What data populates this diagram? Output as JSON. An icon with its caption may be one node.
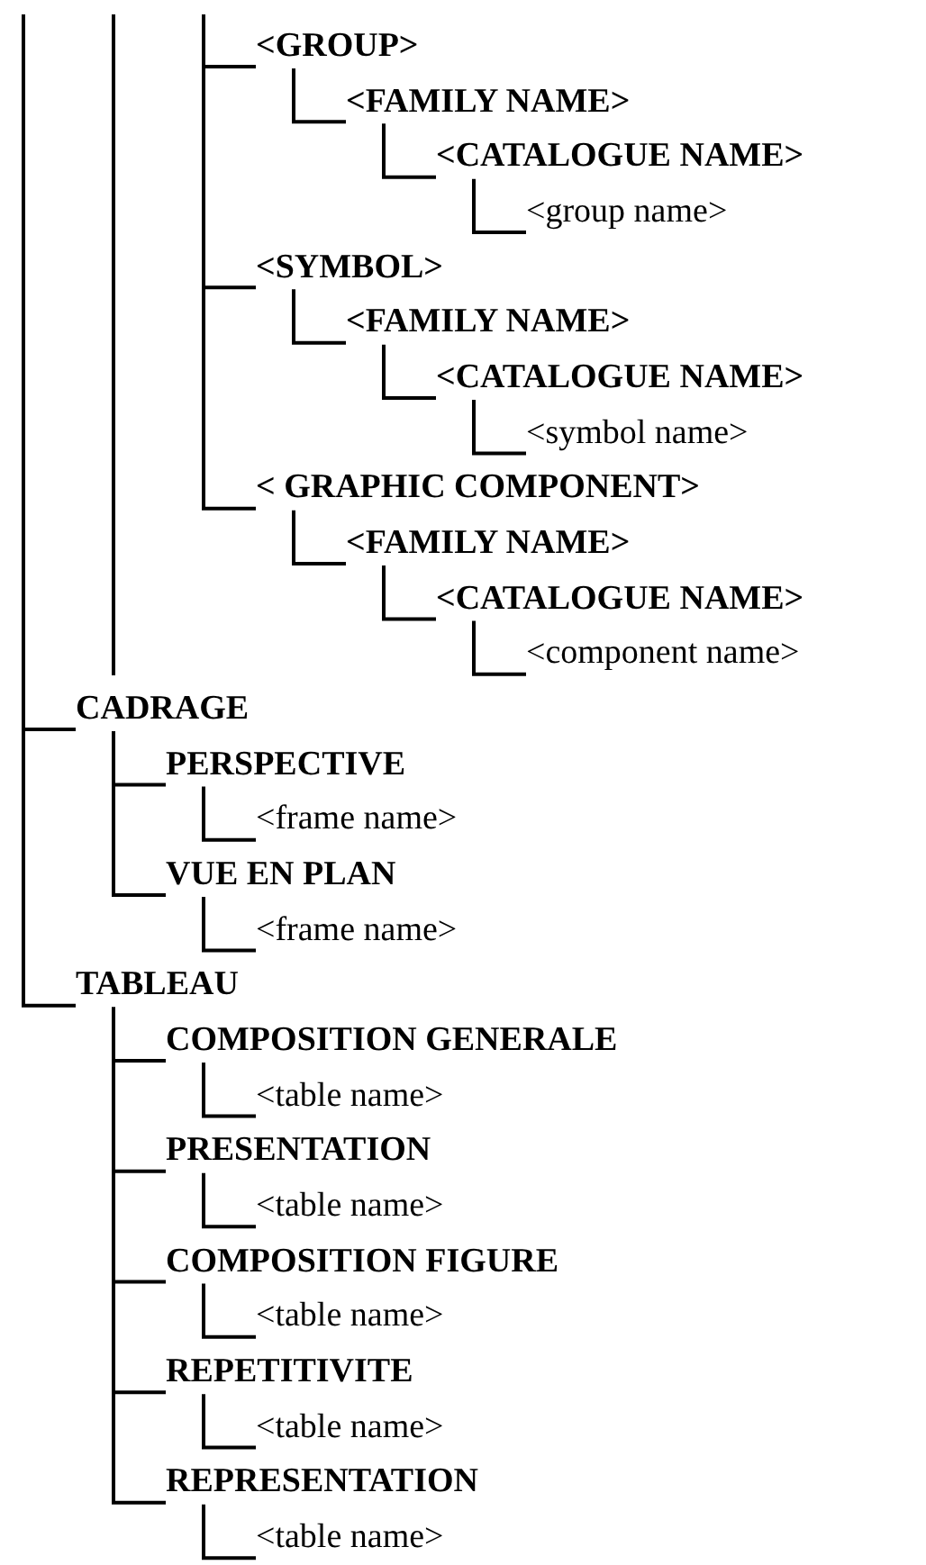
{
  "diagram": {
    "nodes": [
      {
        "text": [
          "<GROUP>"
        ]
      },
      {
        "text": [
          "<FAMILY NAME>"
        ]
      },
      {
        "text": [
          "<CATALOGUE NAME>"
        ]
      },
      {
        "text": [
          "<group name>"
        ]
      },
      {
        "text": [
          "<SYMBOL>"
        ]
      },
      {
        "text": [
          "<FAMILY NAME>"
        ]
      },
      {
        "text": [
          "<CATALOGUE NAME>"
        ]
      },
      {
        "text": [
          "<symbol name>"
        ]
      },
      {
        "text": [
          "< GRAPHIC COMPONENT>"
        ]
      },
      {
        "text": [
          "<FAMILY NAME>"
        ]
      },
      {
        "text": [
          "<CATALOGUE NAME>"
        ]
      },
      {
        "text": [
          "<component name>"
        ]
      },
      {
        "text": [
          "CADRAGE"
        ]
      },
      {
        "text": [
          "PERSPECTIVE"
        ]
      },
      {
        "text": [
          "<frame name>"
        ]
      },
      {
        "text": [
          "VUE EN PLAN"
        ]
      },
      {
        "text": [
          "<frame name>"
        ]
      },
      {
        "text": [
          "TABLEAU"
        ]
      },
      {
        "text": [
          "COMPOSITION GENERALE"
        ]
      },
      {
        "text": [
          "<table name>"
        ]
      },
      {
        "text": [
          "PRESENTATION"
        ]
      },
      {
        "text": [
          "<table name>"
        ]
      },
      {
        "text": [
          "COMPOSITION FIGURE"
        ]
      },
      {
        "text": [
          "<table name>"
        ]
      },
      {
        "text": [
          "REPETITIVITE"
        ]
      },
      {
        "text": [
          "<table name>"
        ]
      },
      {
        "text": [
          "REPRESENTATION"
        ]
      },
      {
        "text": [
          "<table name>"
        ]
      }
    ],
    "edges": [
      {
        "from": null,
        "to": 0,
        "arrow": "none"
      },
      {
        "from": 0,
        "to": 1,
        "arrow": "none"
      },
      {
        "from": 1,
        "to": 2,
        "arrow": "none"
      },
      {
        "from": 2,
        "to": 3,
        "arrow": "none"
      },
      {
        "from": null,
        "to": 4,
        "arrow": "none"
      },
      {
        "from": 4,
        "to": 5,
        "arrow": "none"
      },
      {
        "from": 5,
        "to": 6,
        "arrow": "none"
      },
      {
        "from": 6,
        "to": 7,
        "arrow": "none"
      },
      {
        "from": null,
        "to": 8,
        "arrow": "none"
      },
      {
        "from": 8,
        "to": 9,
        "arrow": "none"
      },
      {
        "from": 9,
        "to": 10,
        "arrow": "none"
      },
      {
        "from": 10,
        "to": 11,
        "arrow": "none"
      },
      {
        "from": null,
        "to": 12,
        "arrow": "none"
      },
      {
        "from": 12,
        "to": 13,
        "arrow": "none"
      },
      {
        "from": 13,
        "to": 14,
        "arrow": "none"
      },
      {
        "from": 12,
        "to": 15,
        "arrow": "none"
      },
      {
        "from": 15,
        "to": 16,
        "arrow": "none"
      },
      {
        "from": null,
        "to": 17,
        "arrow": "none"
      },
      {
        "from": 17,
        "to": 18,
        "arrow": "none"
      },
      {
        "from": 18,
        "to": 19,
        "arrow": "none"
      },
      {
        "from": 17,
        "to": 20,
        "arrow": "none"
      },
      {
        "from": 20,
        "to": 21,
        "arrow": "none"
      },
      {
        "from": 17,
        "to": 22,
        "arrow": "none"
      },
      {
        "from": 22,
        "to": 23,
        "arrow": "none"
      },
      {
        "from": 17,
        "to": 24,
        "arrow": "none"
      },
      {
        "from": 24,
        "to": 25,
        "arrow": "none"
      },
      {
        "from": 17,
        "to": 26,
        "arrow": "none"
      },
      {
        "from": 26,
        "to": 27,
        "arrow": "none"
      }
    ]
  }
}
